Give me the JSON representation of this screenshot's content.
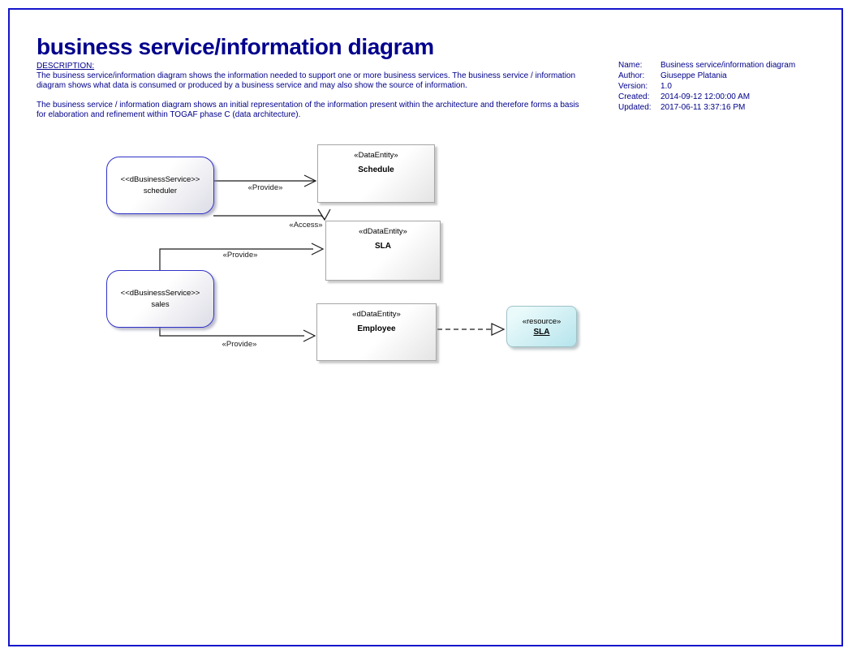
{
  "page": {
    "title": "business service/information diagram",
    "description_heading": "DESCRIPTION:",
    "description_para1": "The business service/information diagram shows the information needed to support one or more business services. The business service / information\ndiagram shows what data is consumed or produced by a business service and may also show the source of information.",
    "description_para2": "The business service / information diagram shows an initial representation of the information present within the architecture and therefore forms a basis\nfor elaboration and refinement within TOGAF  phase C (data architecture).",
    "colors": {
      "navy_text": "#00008B",
      "page_border": "#1414CC",
      "service_border": "#3032C8",
      "entity_border": "#A6A6A6",
      "resource_fill": "#B5E4EC"
    }
  },
  "metadata": {
    "rows": [
      {
        "label": "Name:",
        "value": "Business service/information diagram"
      },
      {
        "label": "Author:",
        "value": "Giuseppe Platania"
      },
      {
        "label": "Version:",
        "value": "1.0"
      },
      {
        "label": "Created:",
        "value": "2014-09-12 12:00:00 AM"
      },
      {
        "label": "Updated:",
        "value": "2017-06-11 3:37:16 PM"
      }
    ]
  },
  "diagram": {
    "nodes": [
      {
        "id": "scheduler",
        "type": "business-service",
        "stereotype": "<<dBusinessService>>",
        "name": "scheduler"
      },
      {
        "id": "schedule",
        "type": "data-entity",
        "stereotype": "«DataEntity»",
        "name": "Schedule"
      },
      {
        "id": "sla",
        "type": "data-entity",
        "stereotype": "«dDataEntity»",
        "name": "SLA"
      },
      {
        "id": "sales",
        "type": "business-service",
        "stereotype": "<<dBusinessService>>",
        "name": "sales"
      },
      {
        "id": "employee",
        "type": "data-entity",
        "stereotype": "«dDataEntity»",
        "name": "Employee"
      },
      {
        "id": "resource-sla",
        "type": "resource",
        "stereotype": "«resource»",
        "name": "SLA"
      }
    ],
    "edges": [
      {
        "id": "scheduler-provide-schedule",
        "label": "«Provide»",
        "style": "open-arrow"
      },
      {
        "id": "scheduler-access-sla",
        "label": "«Access»",
        "style": "open-arrow"
      },
      {
        "id": "sales-provide-sla",
        "label": "«Provide»",
        "style": "open-arrow"
      },
      {
        "id": "sales-provide-employee",
        "label": "«Provide»",
        "style": "open-arrow"
      },
      {
        "id": "employee-realize-resource-sla",
        "label": "",
        "style": "dashed-triangle"
      }
    ]
  }
}
